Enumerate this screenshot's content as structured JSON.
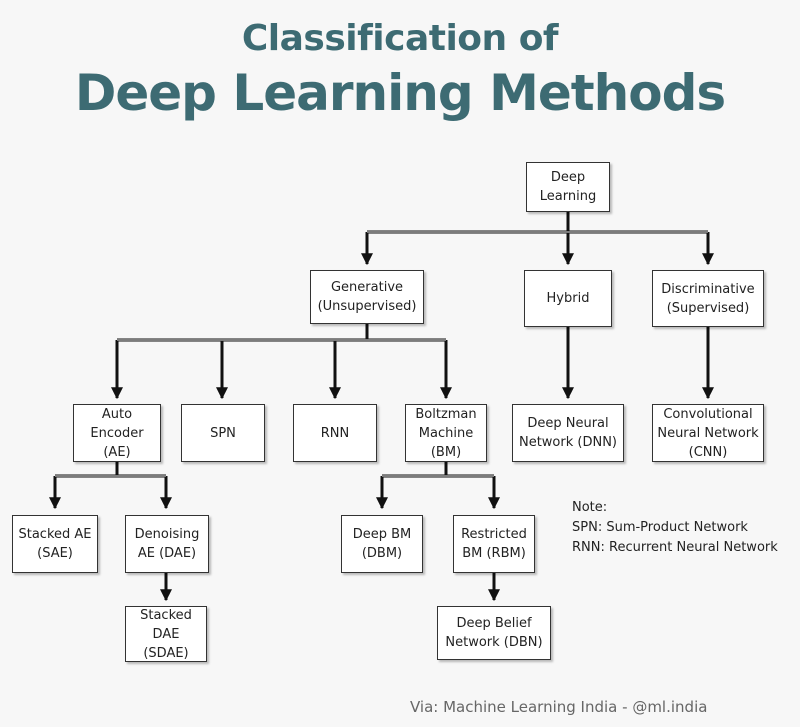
{
  "title": {
    "line1": "Classification of",
    "line2": "Deep Learning Methods"
  },
  "nodes": {
    "deep_learning": "Deep\nLearning",
    "generative": "Generative\n(Unsupervised)",
    "hybrid": "Hybrid",
    "discriminative": "Discriminative\n(Supervised)",
    "auto_encoder": "Auto\nEncoder\n(AE)",
    "spn": "SPN",
    "rnn": "RNN",
    "boltzman_machine": "Boltzman\nMachine\n(BM)",
    "dnn": "Deep Neural\nNetwork (DNN)",
    "cnn": "Convolutional\nNeural Network\n(CNN)",
    "stacked_ae": "Stacked AE\n(SAE)",
    "denoising_ae": "Denoising\nAE (DAE)",
    "deep_bm": "Deep BM\n(DBM)",
    "restricted_bm": "Restricted\nBM (RBM)",
    "stacked_dae": "Stacked\nDAE\n(SDAE)",
    "dbn": "Deep Belief\nNetwork (DBN)"
  },
  "note": {
    "heading": "Note:",
    "spn": "SPN: Sum-Product Network",
    "rnn": "RNN: Recurrent Neural Network"
  },
  "credit": "Via: Machine Learning India - @ml.india",
  "colors": {
    "title": "#3d6b73",
    "background": "#f7f7f7",
    "connector": "#111111"
  }
}
